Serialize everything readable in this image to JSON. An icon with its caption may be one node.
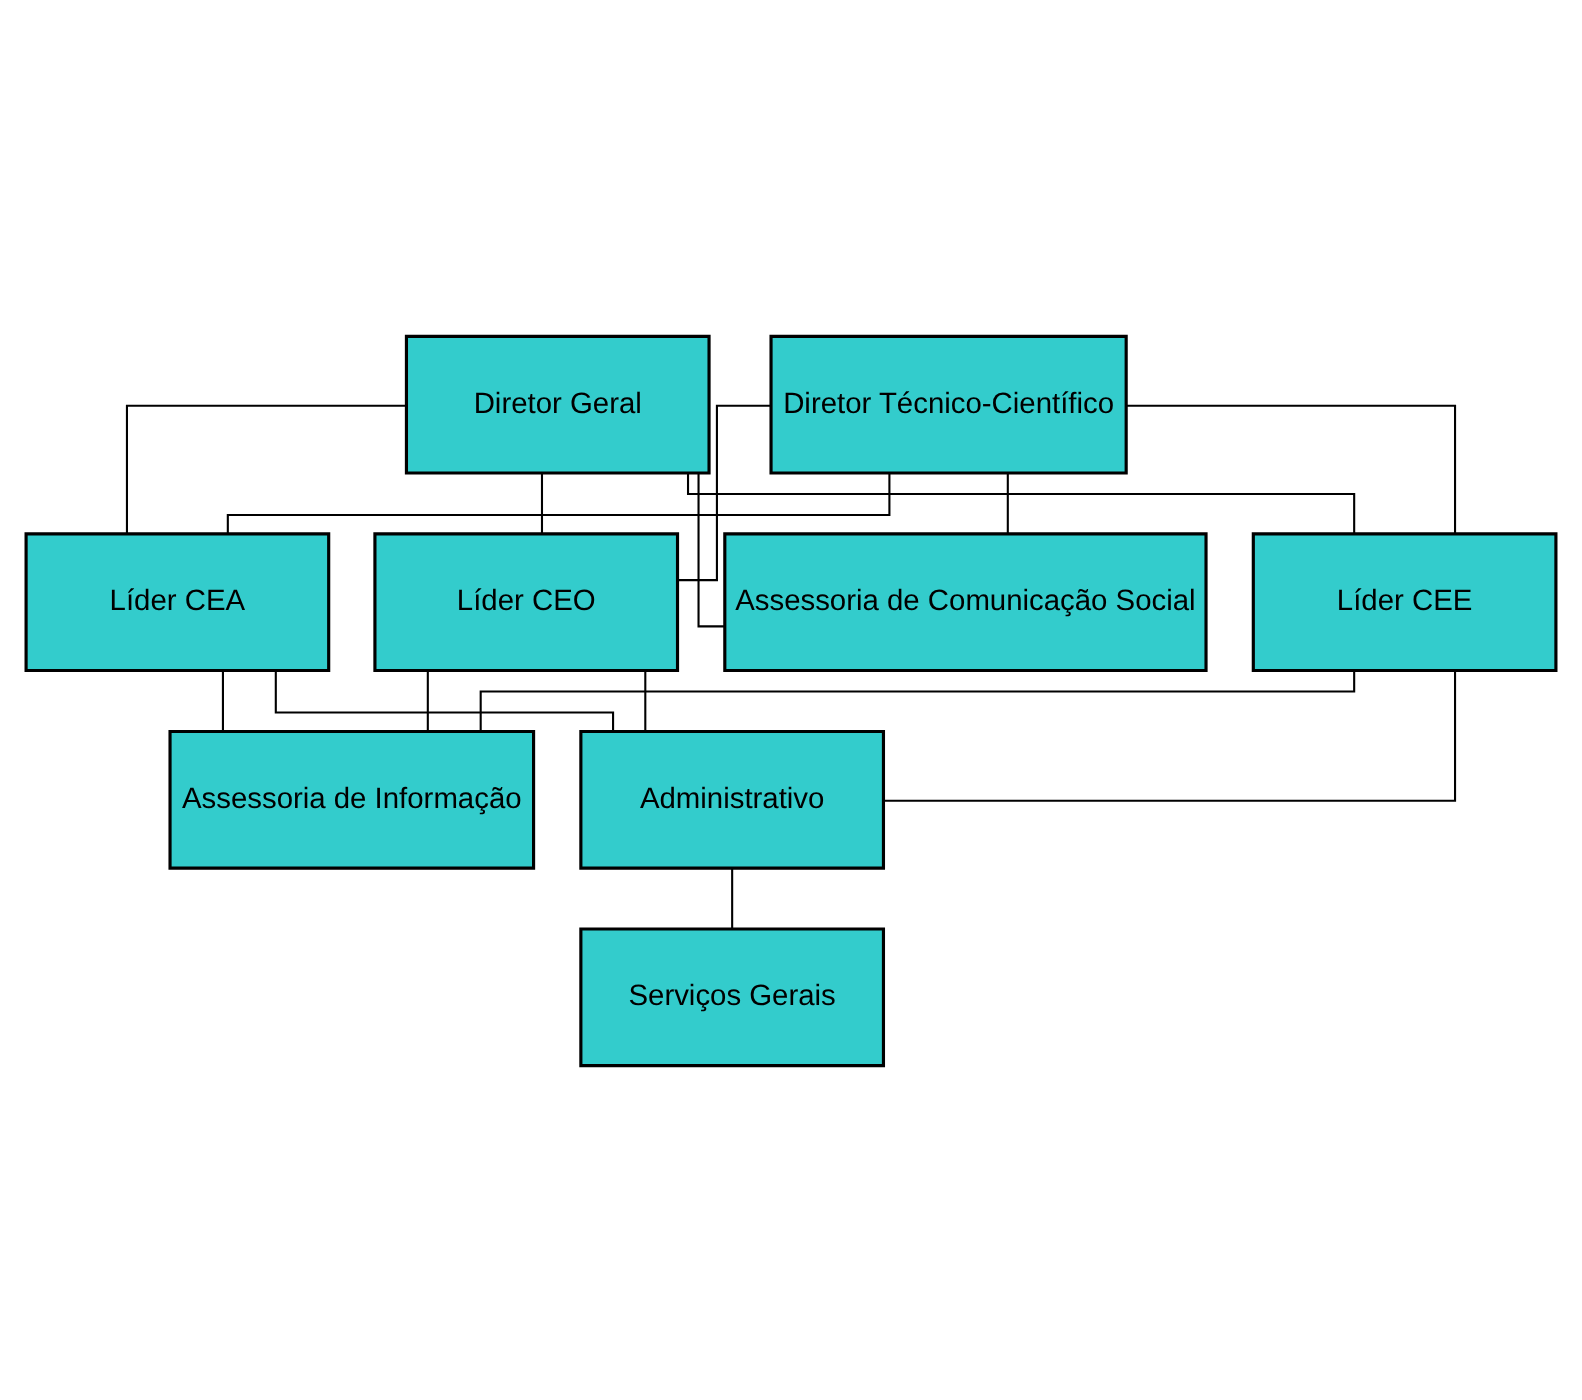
{
  "diagram": {
    "nodes": [
      {
        "text": [
          "Diretor Geral"
        ]
      },
      {
        "text": [
          "Diretor Técnico-Científico"
        ]
      },
      {
        "text": [
          "Assessoria de Comunicação Social"
        ]
      },
      {
        "text": [
          "Líder CEE"
        ]
      },
      {
        "text": [
          "Líder CEA"
        ]
      },
      {
        "text": [
          "Líder CEO"
        ]
      },
      {
        "text": [
          "Assessoria de Informação"
        ]
      },
      {
        "text": [
          "Administrativo"
        ]
      },
      {
        "text": [
          "Serviços Gerais"
        ]
      }
    ],
    "edges": [
      {
        "from": 0,
        "to": 2,
        "arrow": "none"
      },
      {
        "from": 1,
        "to": 2,
        "arrow": "none"
      },
      {
        "from": 0,
        "to": 3,
        "arrow": "none"
      },
      {
        "from": 0,
        "to": 4,
        "arrow": "none"
      },
      {
        "from": 0,
        "to": 5,
        "arrow": "none"
      },
      {
        "from": 1,
        "to": 3,
        "arrow": "none"
      },
      {
        "from": 1,
        "to": 4,
        "arrow": "none"
      },
      {
        "from": 1,
        "to": 5,
        "arrow": "none"
      },
      {
        "from": 3,
        "to": 6,
        "arrow": "none"
      },
      {
        "from": 4,
        "to": 6,
        "arrow": "none"
      },
      {
        "from": 5,
        "to": 6,
        "arrow": "none"
      },
      {
        "from": 3,
        "to": 7,
        "arrow": "none"
      },
      {
        "from": 4,
        "to": 7,
        "arrow": "none"
      },
      {
        "from": 5,
        "to": 7,
        "arrow": "none"
      },
      {
        "from": 7,
        "to": 8,
        "arrow": "none"
      }
    ]
  }
}
